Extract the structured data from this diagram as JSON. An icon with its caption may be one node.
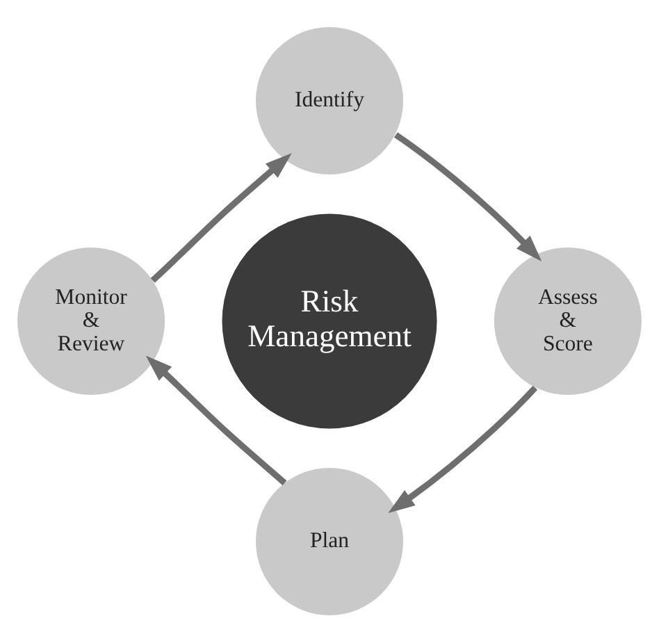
{
  "diagram": {
    "nodes": [
      {
        "text": [
          "Risk Management"
        ]
      },
      {
        "text": [
          "Identify"
        ]
      },
      {
        "text": [
          "Assess & Score"
        ]
      },
      {
        "text": [
          "Plan"
        ]
      },
      {
        "text": [
          "Monitor & Review"
        ]
      }
    ],
    "edges": [
      {
        "from": 1,
        "to": 2,
        "arrow": "to"
      },
      {
        "from": 2,
        "to": 3,
        "arrow": "to"
      },
      {
        "from": 3,
        "to": 4,
        "arrow": "to"
      },
      {
        "from": 4,
        "to": 1,
        "arrow": "to"
      }
    ]
  }
}
